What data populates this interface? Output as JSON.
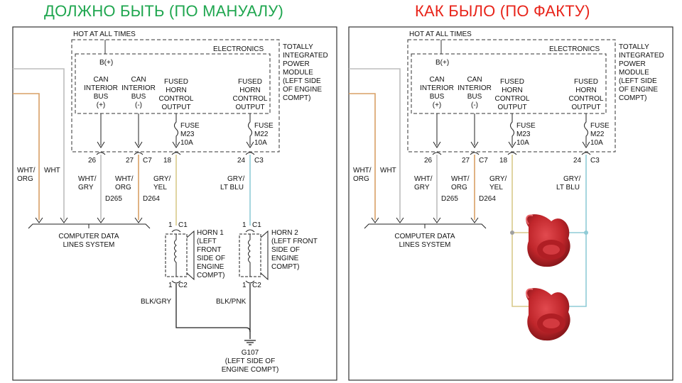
{
  "titles": {
    "left": "ДОЛЖНО БЫТЬ (ПО МАНУАЛУ)",
    "right": "КАК БЫЛО (ПО ФАКТУ)"
  },
  "module": {
    "hot_label": "HOT AT ALL TIMES",
    "bplus": "B(+)",
    "electronics": "ELECTRONICS",
    "tipm_lines": [
      "TOTALLY",
      "INTEGRATED",
      "POWER",
      "MODULE",
      "(LEFT SIDE",
      "OF ENGINE",
      "COMPT)"
    ],
    "outputs": [
      {
        "lines": [
          "CAN",
          "INTERIOR",
          "BUS",
          "(+)"
        ]
      },
      {
        "lines": [
          "CAN",
          "INTERIOR",
          "BUS",
          "(-)"
        ]
      },
      {
        "lines": [
          "FUSED",
          "HORN",
          "CONTROL",
          "OUTPUT"
        ]
      },
      {
        "lines": [
          "FUSED",
          "HORN",
          "CONTROL",
          "OUTPUT"
        ]
      }
    ],
    "fuses": [
      {
        "lines": [
          "FUSE",
          "M23",
          "10A"
        ]
      },
      {
        "lines": [
          "FUSE",
          "M22",
          "10A"
        ]
      }
    ],
    "pins": [
      "26",
      "27",
      "C7",
      "18",
      "24",
      "C3"
    ]
  },
  "wires": {
    "wht_org": [
      "WHT/",
      "ORG"
    ],
    "wht": "WHT",
    "can_plus": [
      "WHT/",
      "GRY"
    ],
    "can_minus": [
      "WHT/",
      "ORG"
    ],
    "horn1_feed": [
      "GRY/",
      "YEL"
    ],
    "horn2_feed": [
      "GRY/",
      "LT BLU"
    ],
    "d265": "D265",
    "d264": "D264"
  },
  "data_lines": [
    "COMPUTER DATA",
    "LINES SYSTEM"
  ],
  "horns": {
    "horn1": {
      "lines": [
        "HORN 1",
        "(LEFT",
        "FRONT",
        "SIDE OF",
        "ENGINE",
        "COMPT)"
      ],
      "pin_top": "1",
      "c_top": "C1",
      "pin_bottom": "1",
      "c_bottom": "C2",
      "ground_wire": "BLK/GRY"
    },
    "horn2": {
      "lines": [
        "HORN 2",
        "(LEFT FRONT",
        "SIDE OF",
        "ENGINE",
        "COMPT)"
      ],
      "pin_top": "1",
      "c_top": "C1",
      "pin_bottom": "1",
      "c_bottom": "C2",
      "ground_wire": "BLK/PNK"
    }
  },
  "ground": {
    "lines": [
      "G107",
      "(LEFT SIDE OF",
      "ENGINE COMPT)"
    ]
  },
  "colors": {
    "green_title": "#1fa64f",
    "red_title": "#e8241a",
    "wire_orange": "#d9a066",
    "wire_gray": "#bdbdbd",
    "wire_yellow": "#d8c98a",
    "wire_blue": "#8fcbd6",
    "horn_red": "#c0262b"
  }
}
